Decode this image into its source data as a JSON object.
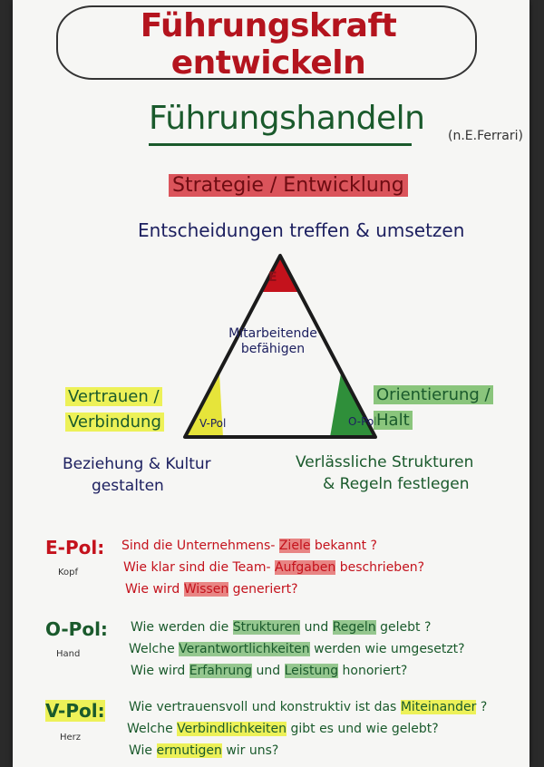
{
  "title": "Führungskraft entwickeln",
  "subtitle": "Führungshandeln",
  "credit": "(n.E.Ferrari)",
  "top": {
    "strategy": "Strategie / Entwicklung",
    "decide": "Entscheidungen treffen & umsetzen"
  },
  "triangle": {
    "center": "Mitarbeitende befähigen",
    "vertex_e": "E",
    "vertex_v": "V-Pol",
    "vertex_o": "O-Pol",
    "colors": {
      "top": "#c4121c",
      "left": "#e6e43a",
      "right": "#2f8f3a",
      "edge": "#1b1b1b"
    }
  },
  "left": {
    "label_line1": "Vertrauen /",
    "label_line2": "Verbindung",
    "task_line1": "Beziehung & Kultur",
    "task_line2": "gestalten"
  },
  "right": {
    "label_line1": "Orientierung /",
    "label_line2": "Halt",
    "task_line1": "Verlässliche Strukturen",
    "task_line2": "& Regeln festlegen"
  },
  "poles": {
    "e": {
      "name": "E-Pol:",
      "tag": "Kopf",
      "q1_a": "Sind die Unternehmens-",
      "q1_b": "Ziele",
      "q1_c": "bekannt ?",
      "q2_a": "Wie klar sind die Team-",
      "q2_b": "Aufgaben",
      "q2_c": "beschrieben?",
      "q3_a": "Wie wird",
      "q3_b": "Wissen",
      "q3_c": "generiert?"
    },
    "o": {
      "name": "O-Pol:",
      "tag": "Hand",
      "q1_a": "Wie werden die",
      "q1_b": "Strukturen",
      "q1_c": "und",
      "q1_d": "Regeln",
      "q1_e": "gelebt ?",
      "q2_a": "Welche",
      "q2_b": "Verantwortlichkeiten",
      "q2_c": "werden wie umgesetzt?",
      "q3_a": "Wie wird",
      "q3_b": "Erfahrung",
      "q3_c": "und",
      "q3_d": "Leistung",
      "q3_e": "honoriert?"
    },
    "v": {
      "name": "V-Pol:",
      "tag": "Herz",
      "q1_a": "Wie vertrauensvoll und konstruktiv ist das",
      "q1_b": "Miteinander",
      "q1_c": "?",
      "q2_a": "Welche",
      "q2_b": "Verbindlichkeiten",
      "q2_c": "gibt es und wie gelebt?",
      "q3_a": "Wie",
      "q3_b": "ermutigen",
      "q3_c": "wir uns?"
    }
  }
}
